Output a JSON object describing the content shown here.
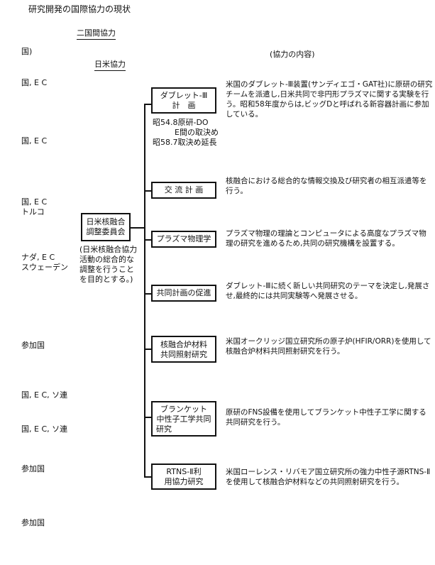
{
  "page_title": "研究開発の国際協力の現状",
  "sections": {
    "bilateral": "二国間協力",
    "japan_us": "日米協力",
    "content_header": "(協力の内容)"
  },
  "left_fragments": [
    "国)",
    "国, E C",
    "国, E C",
    "国, E C",
    "トルコ",
    "ナダ, E C",
    "スウェーデン",
    "参加国",
    "国, E C, ソ連",
    "国, E C, ソ連",
    "参加国",
    "参加国"
  ],
  "committee": {
    "name_line1": "日米核融合",
    "name_line2": "調整委員会",
    "note": [
      "(日米核融合協力",
      "活動の総合的な",
      "調整を行うこと",
      "を目的とする。)"
    ]
  },
  "doublet_notes": [
    "昭54.8原研-DO",
    "E間の取決め",
    "昭58.7取決め延長"
  ],
  "projects": [
    {
      "name_lines": [
        "ダブレット-Ⅲ",
        "計　画"
      ],
      "description": "米国のダブレット-Ⅲ装置(サンディエゴ・GAT社)に原研の研究チームを派遣し,日米共同で非円形プラズマに関する実験を行う。昭和58年度からは,ビッグDと呼ばれる新容器計画に参加している。"
    },
    {
      "name_lines": [
        "交 流 計 画"
      ],
      "description": "核融合における総合的な情報交換及び研究者の相互派遣等を行う。"
    },
    {
      "name_lines": [
        "プラズマ物理学"
      ],
      "description": "プラズマ物理の理論とコンピュータによる高度なプラズマ物理の研究を進めるため,共同の研究機構を設置する。"
    },
    {
      "name_lines": [
        "共同計画の促進"
      ],
      "description": "ダブレット-Ⅲに続く新しい共同研究のテーマを決定し,発展させ,最終的には共同実験等へ発展させる。"
    },
    {
      "name_lines": [
        "核融合炉材料",
        "共同照射研究"
      ],
      "description": "米国オークリッジ国立研究所の原子炉(HFIR/ORR)を使用して核融合炉材料共同照射研究を行う。"
    },
    {
      "name_lines": [
        "ブランケット",
        "中性子工学共同",
        "研究"
      ],
      "description": "原研のFNS設備を使用してブランケット中性子工学に関する共同研究を行う。"
    },
    {
      "name_lines": [
        "RTNS-Ⅱ利",
        "用協力研究"
      ],
      "description": "米国ローレンス・リバモア国立研究所の強力中性子源RTNS-Ⅱを使用して核融合炉材料などの共同照射研究を行う。"
    }
  ]
}
